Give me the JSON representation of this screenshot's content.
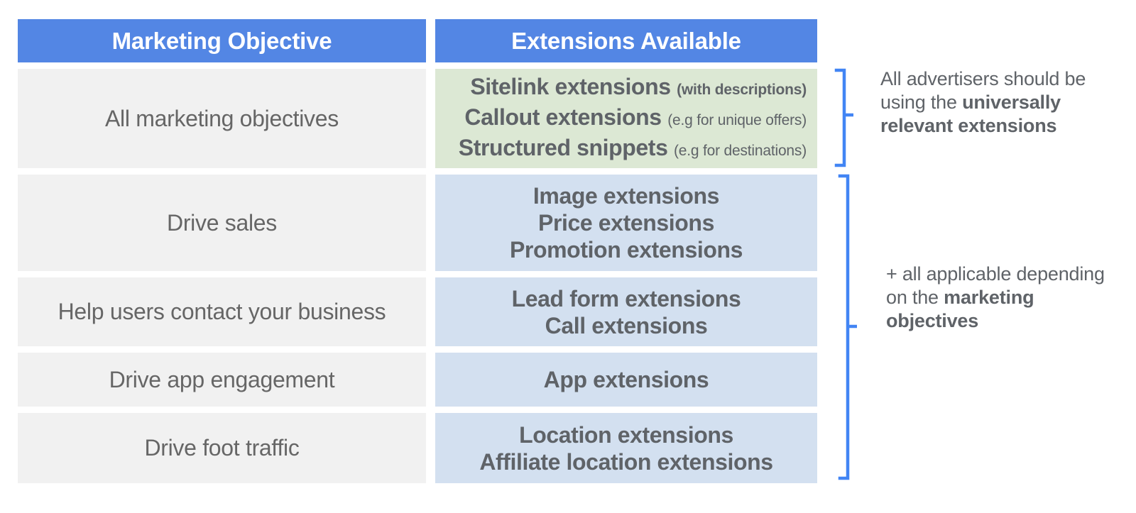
{
  "accents": {
    "header_blue": "#5386E4",
    "brace_blue": "#4285F4",
    "green_cell": "#DCE8D4",
    "blue_cell": "#D3E0F0",
    "grey_cell": "#F1F1F1",
    "text_grey": "#5F6368"
  },
  "table": {
    "headers": {
      "objective": "Marketing Objective",
      "extensions": "Extensions Available"
    },
    "rows": [
      {
        "objective": "All marketing objectives",
        "tone": "green",
        "extensions": [
          {
            "name": "Sitelink extensions",
            "note": "(with descriptions)",
            "note_bold": true
          },
          {
            "name": "Callout extensions",
            "note": "(e.g for unique offers)",
            "note_bold": false
          },
          {
            "name": "Structured snippets",
            "note": "(e.g for destinations)",
            "note_bold": false
          }
        ]
      },
      {
        "objective": "Drive sales",
        "tone": "blue",
        "extensions": [
          {
            "name": "Image extensions",
            "note": "",
            "note_bold": false
          },
          {
            "name": "Price extensions",
            "note": "",
            "note_bold": false
          },
          {
            "name": "Promotion extensions",
            "note": "",
            "note_bold": false
          }
        ]
      },
      {
        "objective": "Help users contact your business",
        "tone": "blue",
        "extensions": [
          {
            "name": "Lead form extensions",
            "note": "",
            "note_bold": false
          },
          {
            "name": "Call extensions",
            "note": "",
            "note_bold": false
          }
        ]
      },
      {
        "objective": "Drive app engagement",
        "tone": "blue",
        "extensions": [
          {
            "name": "App extensions",
            "note": "",
            "note_bold": false
          }
        ]
      },
      {
        "objective": "Drive foot traffic",
        "tone": "blue",
        "extensions": [
          {
            "name": "Location extensions",
            "note": "",
            "note_bold": false
          },
          {
            "name": "Affiliate location extensions",
            "note": "",
            "note_bold": false
          }
        ]
      }
    ]
  },
  "annotations": [
    {
      "id": "universal",
      "lead": "All advertisers should be using the ",
      "emphasis": "universally relevant extensions",
      "trail": ""
    },
    {
      "id": "applicable",
      "lead": "+ all applicable depending on the ",
      "emphasis": "marketing objectives",
      "trail": ""
    }
  ]
}
